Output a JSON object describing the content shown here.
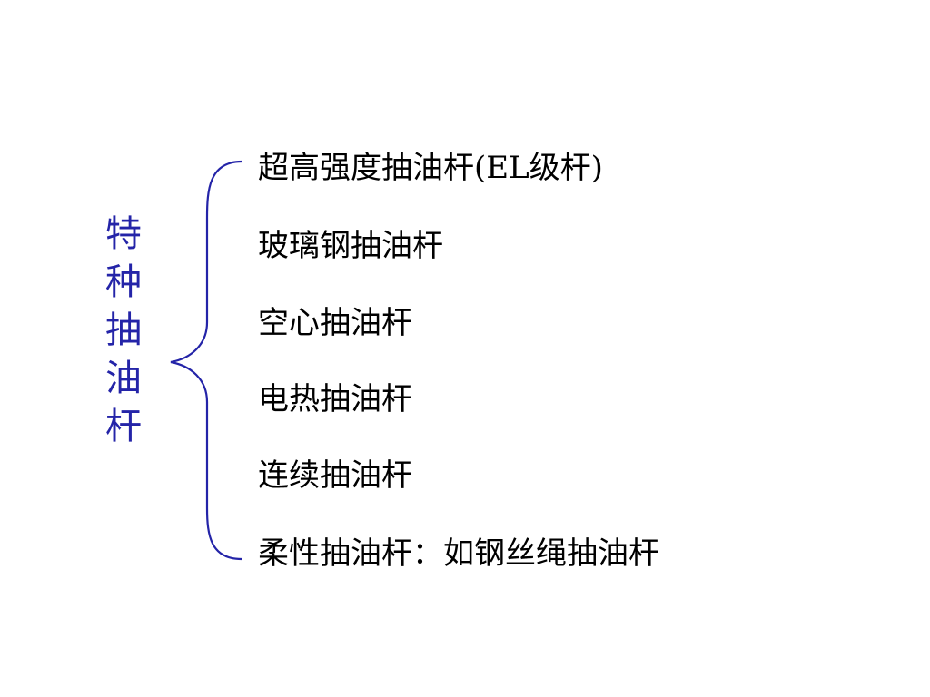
{
  "slide": {
    "vertical_title": [
      "特",
      "种",
      "抽",
      "油",
      "杆"
    ],
    "items": [
      "超高强度抽油杆(EL级杆)",
      "玻璃钢抽油杆",
      "空心抽油杆",
      "电热抽油杆",
      "连续抽油杆",
      "柔性抽油杆：如钢丝绳抽油杆"
    ],
    "colors": {
      "title": "#2424a8",
      "brace": "#2424a8",
      "text": "#000000",
      "background": "#ffffff"
    }
  }
}
